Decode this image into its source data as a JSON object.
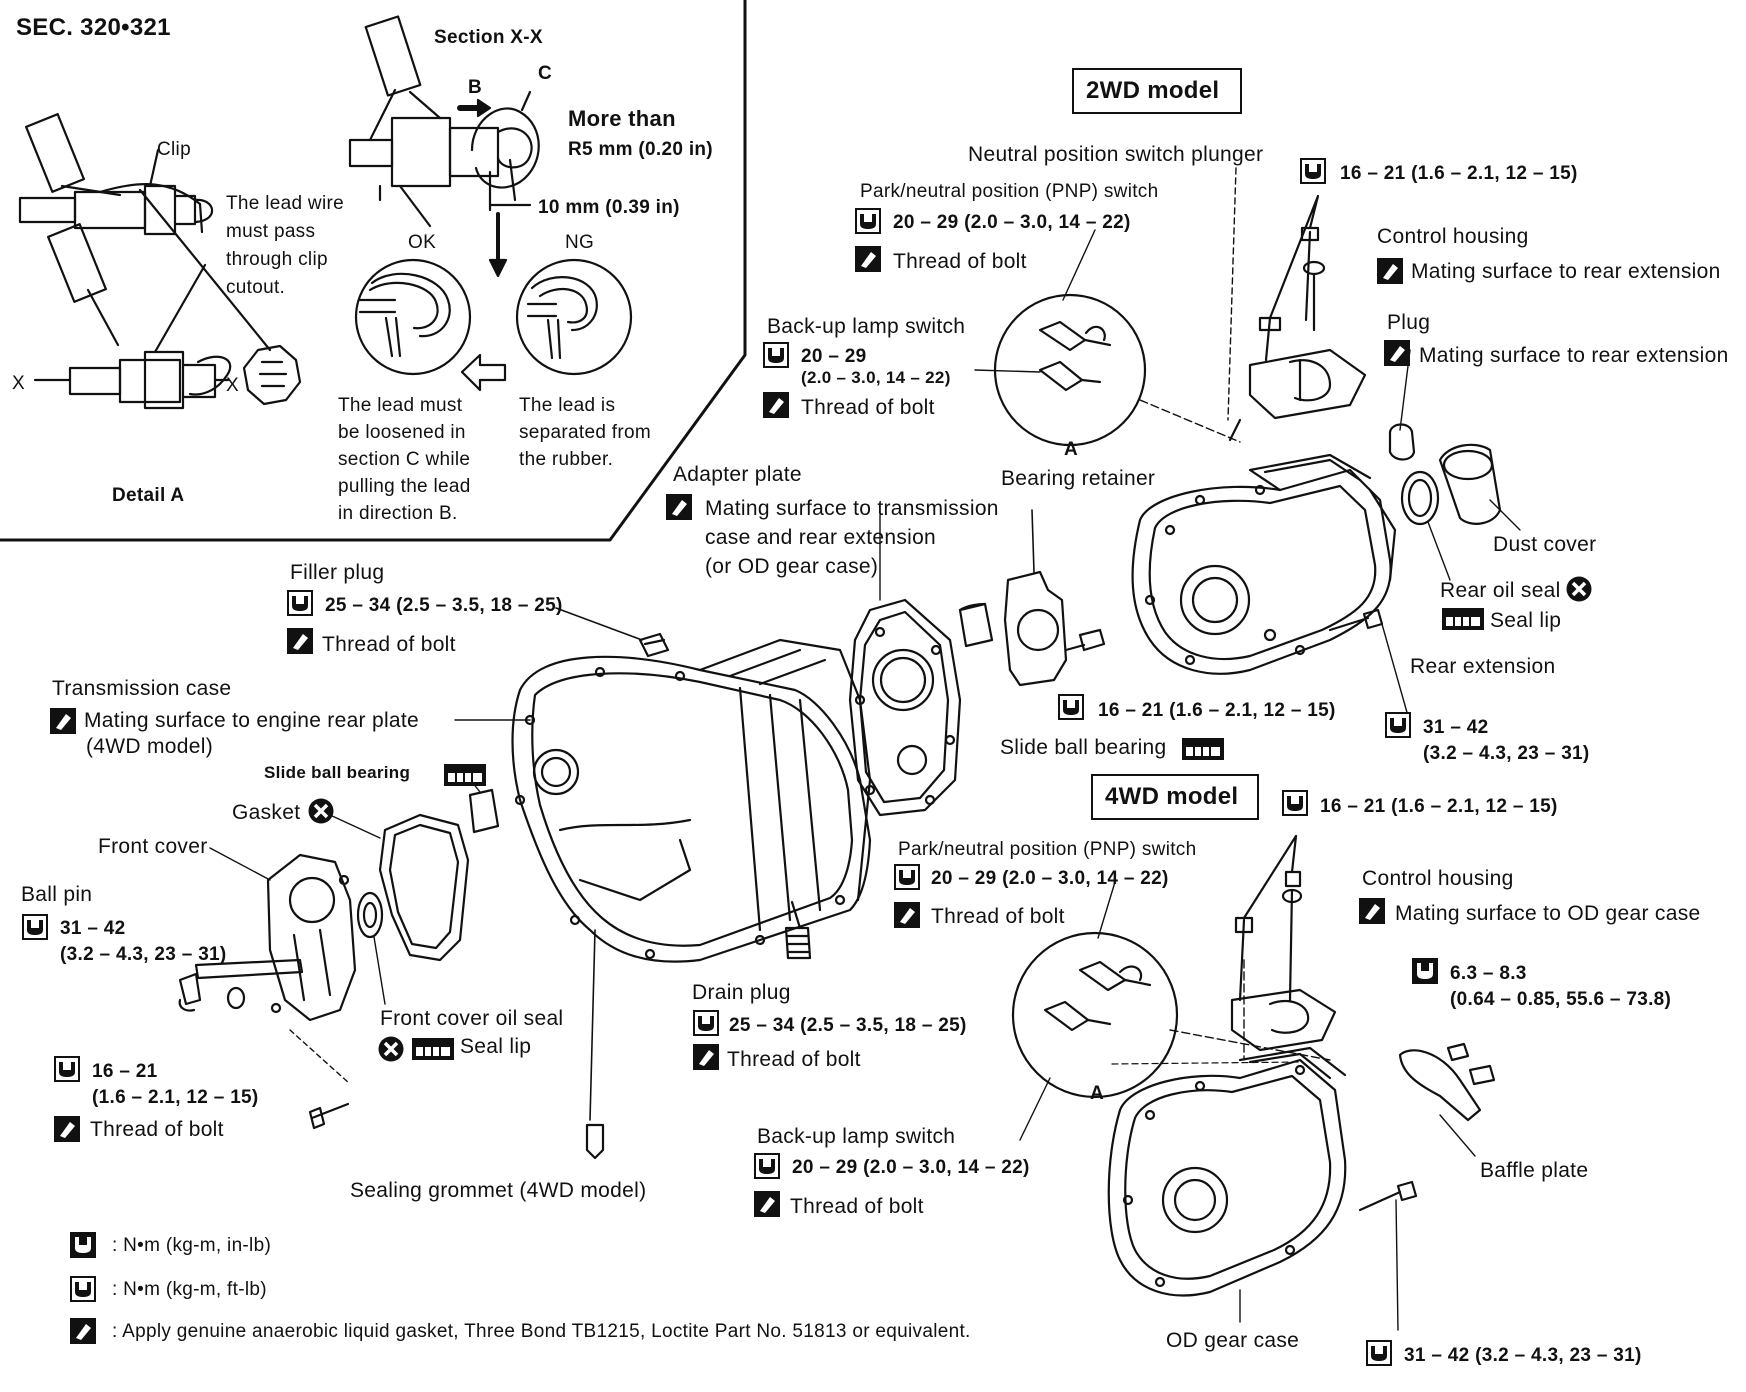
{
  "header": {
    "sec": "SEC. 320•321"
  },
  "detail": {
    "section_title": "Section X-X",
    "label_B": "B",
    "label_C": "C",
    "more_than": "More than",
    "r5": "R5 mm (0.20 in)",
    "ten_mm": "10 mm (0.39 in)",
    "ok": "OK",
    "ng": "NG",
    "clip": "Clip",
    "x_left": "X",
    "x_right": "X",
    "lead_wire": [
      "The lead wire",
      "must pass",
      "through clip",
      "cutout."
    ],
    "lead_loosened": [
      "The lead must",
      "be loosened in",
      "section C while",
      "pulling the lead",
      "in direction B."
    ],
    "lead_separated": [
      "The lead is",
      "separated from",
      "the rubber."
    ],
    "detail_a": "Detail A"
  },
  "model_2wd": {
    "title": "2WD model",
    "neutral_plunger": "Neutral position switch plunger",
    "pnp_switch": "Park/neutral position (PNP) switch",
    "pnp_torque": "20 – 29 (2.0 – 3.0, 14 – 22)",
    "pnp_note": "Thread of bolt",
    "ch_torque": "16 – 21 (1.6 – 2.1, 12 – 15)",
    "control_housing": "Control housing",
    "ch_note": "Mating surface to rear extension",
    "plug": "Plug",
    "plug_note": "Mating surface to rear extension",
    "backup_switch": "Back-up lamp switch",
    "backup_torque_1": "20 – 29",
    "backup_torque_2": "(2.0 – 3.0, 14 – 22)",
    "backup_note": "Thread of bolt",
    "callout_a": "A",
    "bearing_retainer": "Bearing retainer",
    "dust_cover": "Dust cover",
    "rear_oil_seal": "Rear oil seal",
    "seal_lip": "Seal lip",
    "rear_extension": "Rear extension",
    "br_torque": "16 – 21 (1.6 – 2.1, 12 – 15)",
    "re_torque_1": "31 – 42",
    "re_torque_2": "(3.2 – 4.3, 23 – 31)",
    "slide_bearing": "Slide ball bearing"
  },
  "adapter": {
    "title": "Adapter plate",
    "note": [
      "Mating surface to transmission",
      "case and rear extension",
      "(or OD gear case)"
    ]
  },
  "filler": {
    "title": "Filler plug",
    "torque": "25 – 34 (2.5 – 3.5, 18 – 25)",
    "note": "Thread of bolt"
  },
  "case": {
    "title": "Transmission case",
    "note_1": "Mating surface to engine rear plate",
    "note_2": "(4WD model)"
  },
  "front": {
    "slide_bearing": "Slide ball bearing",
    "gasket": "Gasket",
    "front_cover": "Front cover",
    "ball_pin": "Ball pin",
    "bp_torque_1": "31 – 42",
    "bp_torque_2": "(3.2 – 4.3, 23 – 31)",
    "oil_seal": "Front cover oil seal",
    "seal_lip": "Seal lip",
    "fc_torque_1": "16 – 21",
    "fc_torque_2": "(1.6 – 2.1, 12 – 15)",
    "fc_note": "Thread of bolt"
  },
  "drain": {
    "title": "Drain plug",
    "torque": "25 – 34 (2.5 – 3.5, 18 – 25)",
    "note": "Thread of bolt"
  },
  "grommet": "Sealing grommet (4WD model)",
  "model_4wd": {
    "title": "4WD model",
    "ch_torque": "16 – 21 (1.6 – 2.1, 12 – 15)",
    "pnp_switch": "Park/neutral position (PNP) switch",
    "pnp_torque": "20 – 29 (2.0 – 3.0, 14 – 22)",
    "pnp_note": "Thread of bolt",
    "control_housing": "Control housing",
    "ch_note": "Mating surface to OD gear case",
    "baffle_torque_1": "6.3 – 8.3",
    "baffle_torque_2": "(0.64 – 0.85, 55.6 – 73.8)",
    "baffle_plate": "Baffle plate",
    "callout_a": "A",
    "backup_switch": "Back-up lamp switch",
    "backup_torque": "20 – 29 (2.0 – 3.0, 14 – 22)",
    "backup_note": "Thread of bolt",
    "od_case": "OD gear case",
    "od_torque": "31 – 42 (3.2 – 4.3, 23 – 31)"
  },
  "legend": {
    "inlb": ": N•m (kg-m, in-lb)",
    "ftlb": ": N•m (kg-m, ft-lb)",
    "gasket": ":  Apply genuine anaerobic liquid gasket, Three Bond TB1215, Loctite Part No. 51813 or equivalent."
  },
  "icons": {
    "torque_ftlb": "torque-wrench-icon",
    "torque_inlb": "torque-wrench-inlb-icon",
    "liquid_gasket": "liquid-gasket-icon",
    "replace": "replace-part-x-icon",
    "grease": "multi-purpose-grease-icon"
  }
}
